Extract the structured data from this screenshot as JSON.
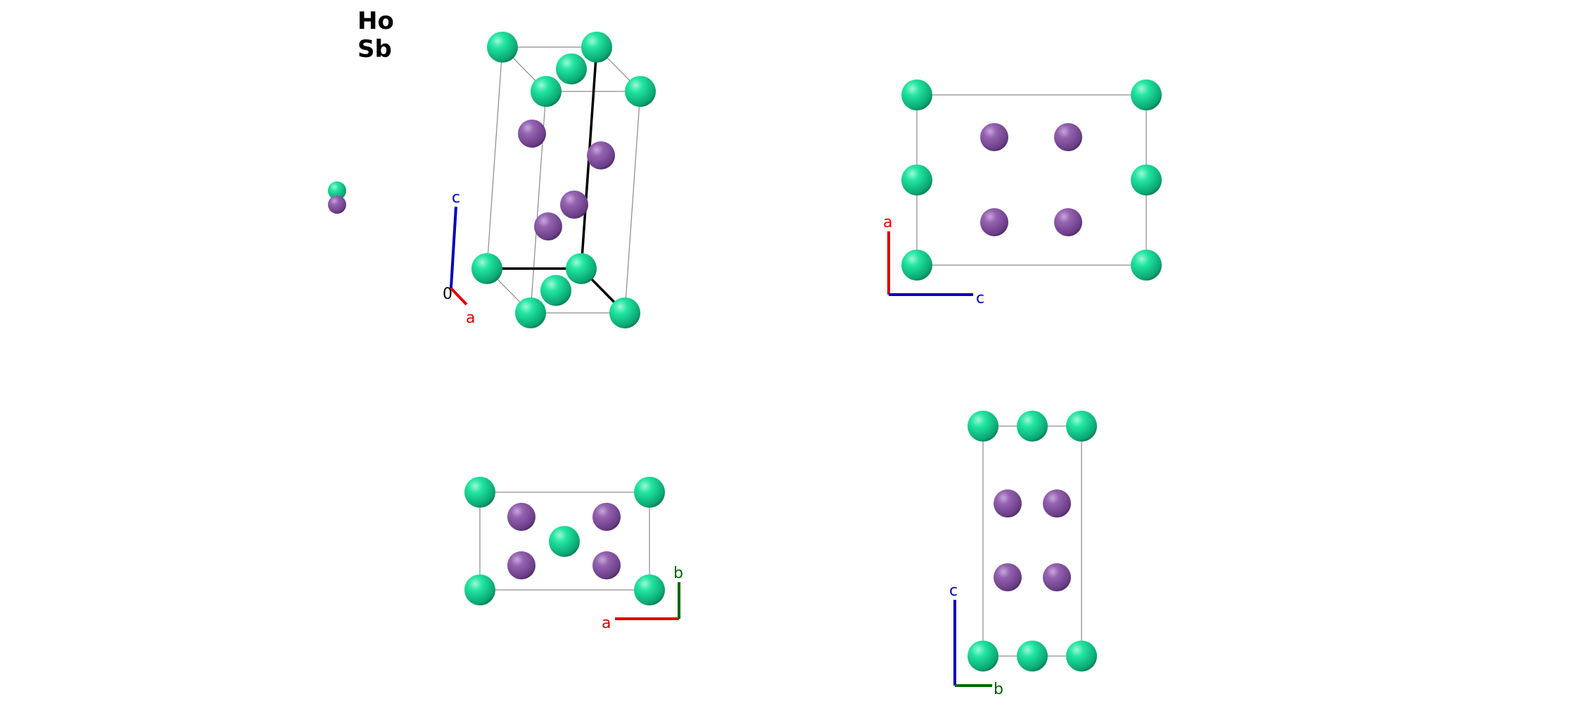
{
  "legend": {
    "elements": [
      {
        "symbol": "Ho",
        "color": "#1fe0a0"
      },
      {
        "symbol": "Sb",
        "color": "#8a55a6"
      }
    ]
  },
  "axes": {
    "a": {
      "label": "a",
      "color": "#dd0000"
    },
    "b": {
      "label": "b",
      "color": "#006600"
    },
    "c": {
      "label": "c",
      "color": "#0000bb"
    },
    "origin": {
      "label": "0",
      "color": "#000000"
    }
  },
  "views": [
    {
      "name": "perspective",
      "axes_shown": [
        "a",
        "c"
      ]
    },
    {
      "name": "view-along-b",
      "axes_shown": [
        "a",
        "c"
      ]
    },
    {
      "name": "view-along-c",
      "axes_shown": [
        "a",
        "b"
      ]
    },
    {
      "name": "view-along-a",
      "axes_shown": [
        "b",
        "c"
      ]
    }
  ]
}
